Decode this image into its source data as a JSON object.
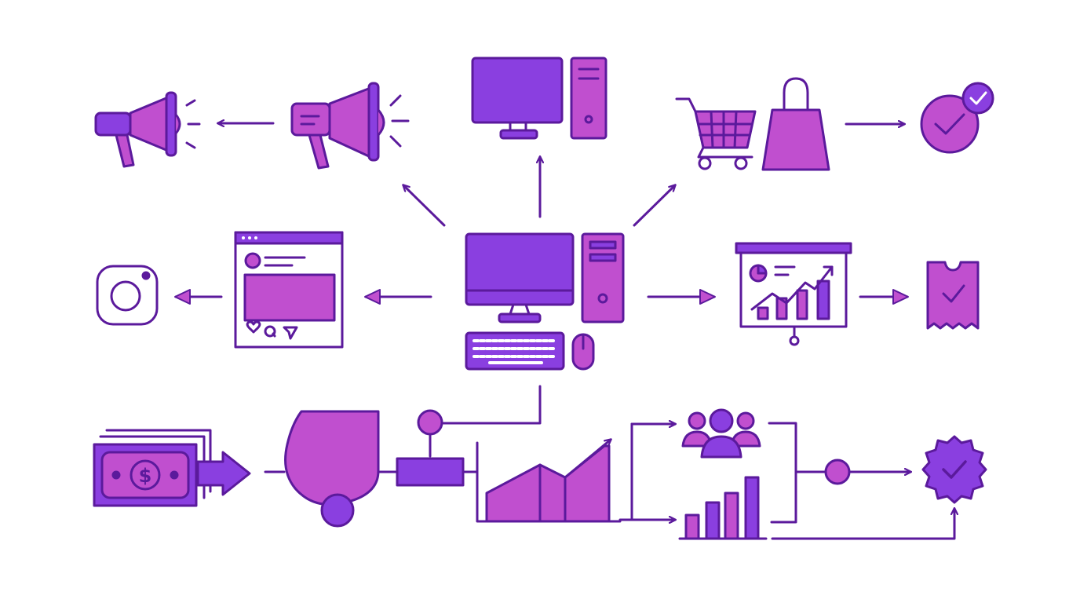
{
  "colors": {
    "stroke": "#5b1a9c",
    "violet": "#8a3fe0",
    "magenta": "#c04fcf",
    "background": "#ffffff"
  },
  "nodes": [
    {
      "name": "desktop-computer-hub",
      "icon": "desktop-computer-icon"
    },
    {
      "name": "monitor-top",
      "icon": "monitor-icon"
    },
    {
      "name": "megaphone-left",
      "icon": "megaphone-icon"
    },
    {
      "name": "megaphone-right",
      "icon": "megaphone-icon"
    },
    {
      "name": "shopping-cart",
      "icon": "shopping-cart-icon"
    },
    {
      "name": "shopping-bag",
      "icon": "shopping-bag-icon"
    },
    {
      "name": "checkmark-top",
      "icon": "check-circle-icon"
    },
    {
      "name": "social-post",
      "icon": "social-post-icon"
    },
    {
      "name": "instagram",
      "icon": "instagram-icon"
    },
    {
      "name": "analytics-board",
      "icon": "presentation-chart-icon"
    },
    {
      "name": "receipt",
      "icon": "receipt-check-icon"
    },
    {
      "name": "money-stack",
      "icon": "money-stack-icon"
    },
    {
      "name": "funnel-blob",
      "icon": "funnel-blob-icon"
    },
    {
      "name": "area-chart",
      "icon": "area-chart-icon"
    },
    {
      "name": "user-group",
      "icon": "user-group-icon"
    },
    {
      "name": "bar-chart",
      "icon": "bar-chart-icon"
    },
    {
      "name": "verified-badge",
      "icon": "verified-badge-icon"
    }
  ]
}
